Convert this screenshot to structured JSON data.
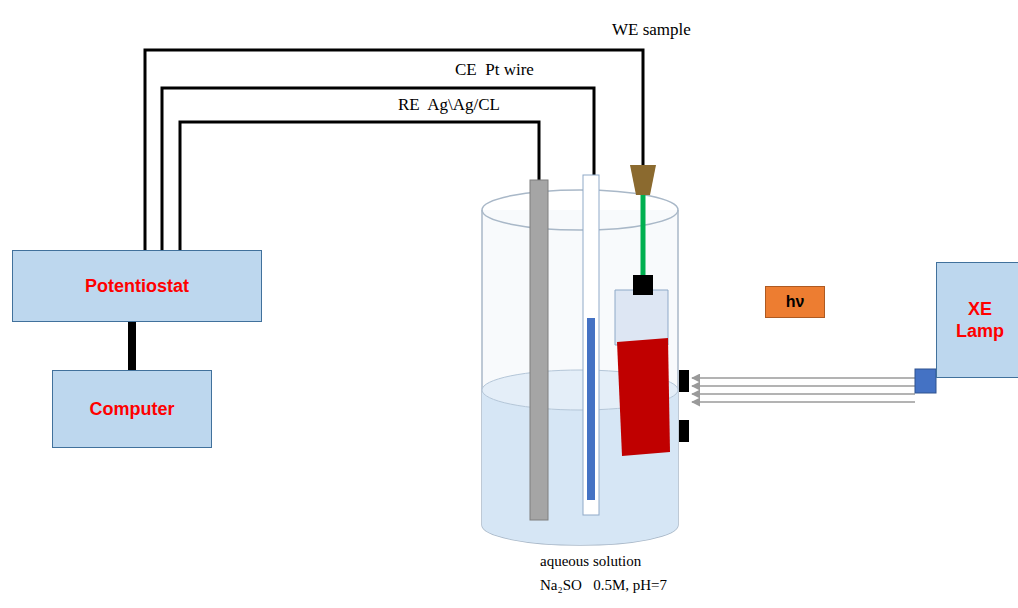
{
  "diagram": {
    "nodes": [
      {
        "text": [
          "Potentiostat"
        ]
      },
      {
        "text": [
          "Computer"
        ]
      },
      {
        "text": [
          "XE Lamp"
        ]
      },
      {
        "text": [
          "hν"
        ]
      }
    ],
    "edges": [
      {
        "from": 0,
        "to": 1,
        "arrow": "none"
      }
    ],
    "labels": [
      "WE sample",
      "CE  Pt wire",
      "RE  Ag\\Ag/CL",
      "aqueous solution",
      "Na₂SO   0.5M, pH=7"
    ]
  }
}
